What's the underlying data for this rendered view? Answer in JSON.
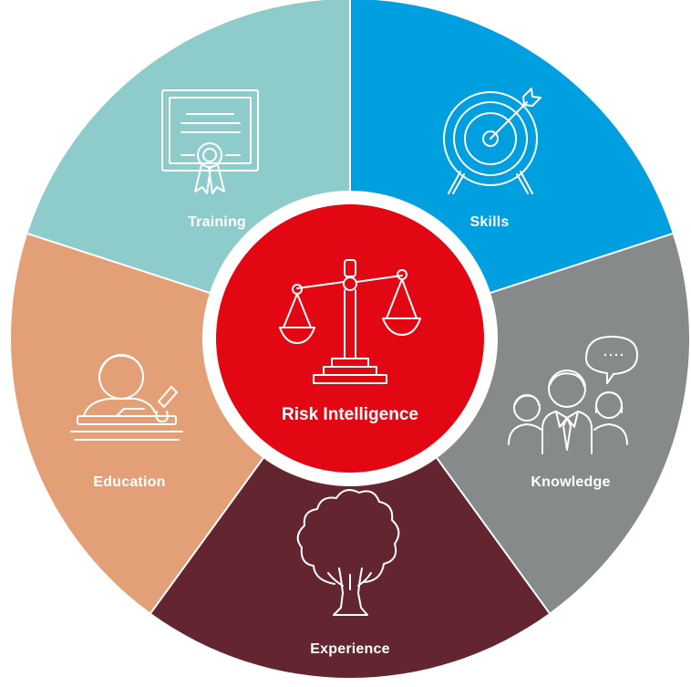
{
  "center": {
    "label": "Risk Intelligence",
    "icon": "balance-scale-icon",
    "color": "#E30613"
  },
  "segments": [
    {
      "key": "skills",
      "label": "Skills",
      "icon": "target-icon",
      "color": "#009FDF"
    },
    {
      "key": "knowledge",
      "label": "Knowledge",
      "icon": "people-speech-icon",
      "color": "#878A8B"
    },
    {
      "key": "experience",
      "label": "Experience",
      "icon": "tree-icon",
      "color": "#632630"
    },
    {
      "key": "education",
      "label": "Education",
      "icon": "student-writing-icon",
      "color": "#E3A077"
    },
    {
      "key": "training",
      "label": "Training",
      "icon": "certificate-icon",
      "color": "#8ECCCB"
    }
  ]
}
